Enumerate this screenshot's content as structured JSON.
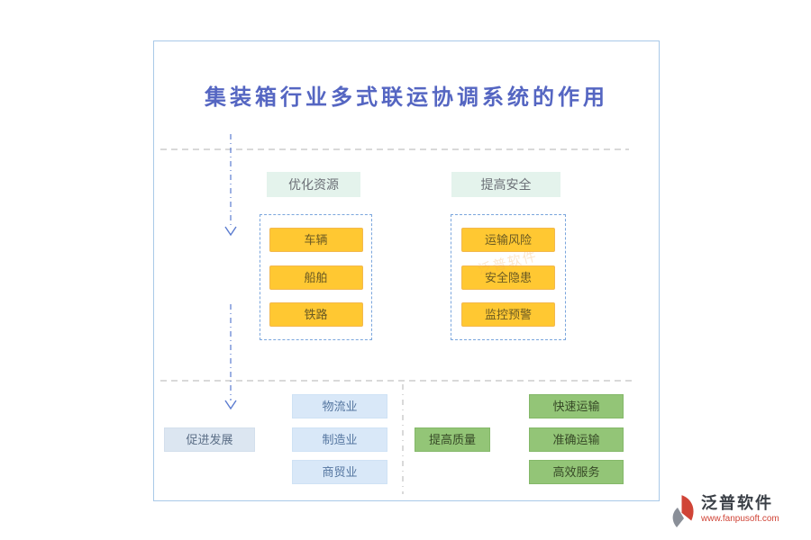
{
  "title": "集装箱行业多式联运协调系统的作用",
  "top": {
    "groups": [
      {
        "header": "优化资源",
        "items": [
          "车辆",
          "船舶",
          "铁路"
        ]
      },
      {
        "header": "提高安全",
        "items": [
          "运输风险",
          "安全隐患",
          "监控预警"
        ]
      }
    ]
  },
  "bottom": {
    "left_label": "促进发展",
    "left_items": [
      "物流业",
      "制造业",
      "商贸业"
    ],
    "right_label": "提高质量",
    "right_items": [
      "快速运输",
      "准确运输",
      "高效服务"
    ]
  },
  "watermark": "泛普软件",
  "logo": {
    "name": "泛普软件",
    "url": "www.fanpusoft.com"
  },
  "colors": {
    "title_blue": "#5566c2",
    "orange": "#ffc832",
    "green": "#93c577",
    "light_blue": "#d9e8f8",
    "mint": "#e4f3ec",
    "dashed_border_blue": "#7ba6dd",
    "arrow_blue": "#5b7cd0",
    "logo_red": "#d04437"
  }
}
